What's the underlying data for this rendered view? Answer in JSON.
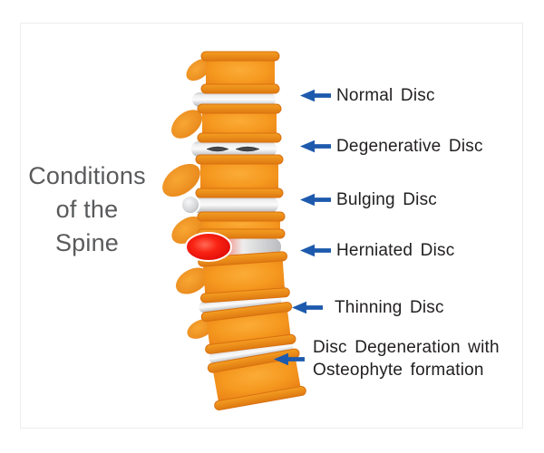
{
  "title": "Conditions\nof the\nSpine",
  "labels": [
    {
      "text": "Normal Disc"
    },
    {
      "text": "Degenerative Disc"
    },
    {
      "text": "Bulging Disc"
    },
    {
      "text": "Herniated Disc"
    },
    {
      "text": "Thinning Disc"
    },
    {
      "text": "Disc Degeneration with\nOsteophyte formation"
    }
  ],
  "figure": {
    "depicts": "Lateral view of a spinal column segment with six intervertebral disc conditions labeled by blue arrows"
  },
  "icons": {
    "label_pointer": "left-arrow-icon"
  },
  "colors": {
    "arrow_blue": "#1d5aad",
    "label_text": "#232021",
    "title_text": "#595a5c",
    "vertebra_orange": "#f5981f",
    "vertebra_rim": "#e07c12",
    "disc_gray": "#c8cacc",
    "disc_highlight": "#fbfbfb",
    "hernia_red": "#f92313",
    "crack_dark": "#45474a",
    "panel_border": "#ededed",
    "background": "#ffffff"
  }
}
